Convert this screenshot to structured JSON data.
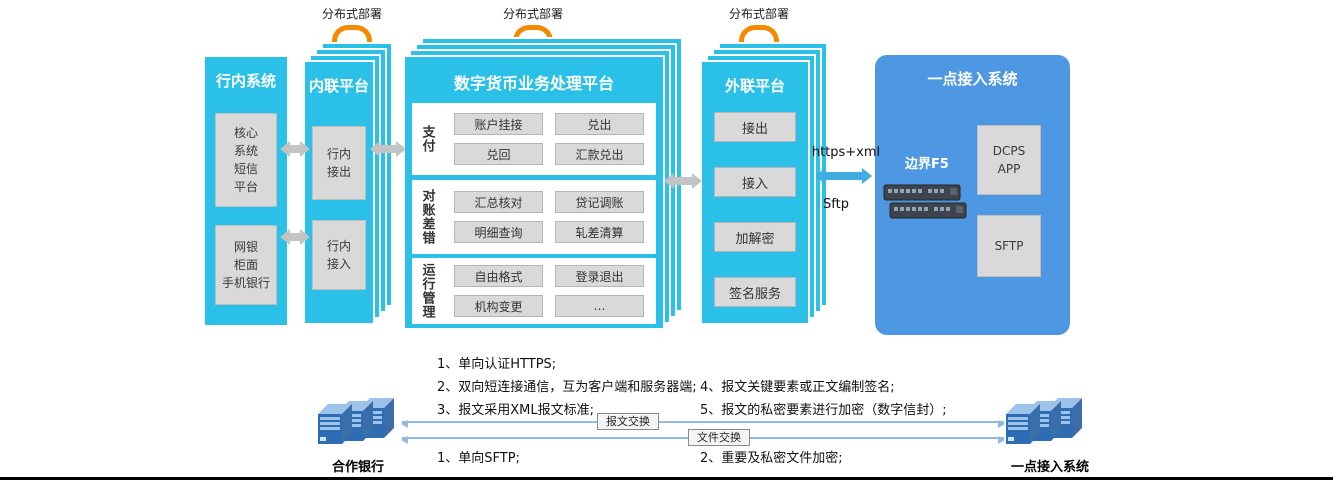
{
  "colors": {
    "cyan": "#2BC0E8",
    "panel_blue": "#4E97E2",
    "orange": "#F28B00",
    "gray_box": "#D9D9D9",
    "gray_arrow": "#C3C3C3",
    "blue_arrow": "#41AEE0"
  },
  "deploy_labels": [
    "分布式部署",
    "分布式部署",
    "分布式部署"
  ],
  "bank_system": {
    "title": "行内系统",
    "box1": "核心\n系统\n短信\n平台",
    "box2": "网银\n柜面\n手机银行"
  },
  "inner_platform": {
    "title": "内联平台",
    "box1": "行内\n接出",
    "box2": "行内\n接入"
  },
  "dcep_platform": {
    "title": "数字货币业务处理平台",
    "rows": [
      {
        "label": "支付",
        "buttons": [
          "账户挂接",
          "兑出",
          "兑回",
          "汇款兑出"
        ]
      },
      {
        "label": "对账差错",
        "buttons": [
          "汇总核对",
          "贷记调账",
          "明细查询",
          "轧差清算"
        ]
      },
      {
        "label": "运行管理",
        "buttons": [
          "自由格式",
          "登录退出",
          "机构变更",
          "…"
        ]
      }
    ]
  },
  "external_platform": {
    "title": "外联平台",
    "buttons": [
      "接出",
      "接入",
      "加解密",
      "签名服务"
    ]
  },
  "access_system": {
    "title": "一点接入系统",
    "f5_label": "边界F5",
    "box1": "DCPS\nAPP",
    "box2": "SFTP"
  },
  "link": {
    "top_label": "https+xml",
    "bottom_label": "Sftp"
  },
  "notes": {
    "left": [
      "1、单向认证HTTPS;",
      "2、双向短连接通信，互为客户端和服务器端;",
      "3、报文采用XML报文标准;"
    ],
    "right": [
      "4、报文关键要素或正文编制签名;",
      "5、报文的私密要素进行加密（数字信封）;"
    ],
    "sftp_left": "1、单向SFTP;",
    "sftp_right": "2、重要及私密文件加密;"
  },
  "exchange": {
    "labels": [
      "报文交换",
      "文件交换"
    ]
  },
  "bottom_entities": {
    "left": "合作银行",
    "right": "一点接入系统"
  }
}
